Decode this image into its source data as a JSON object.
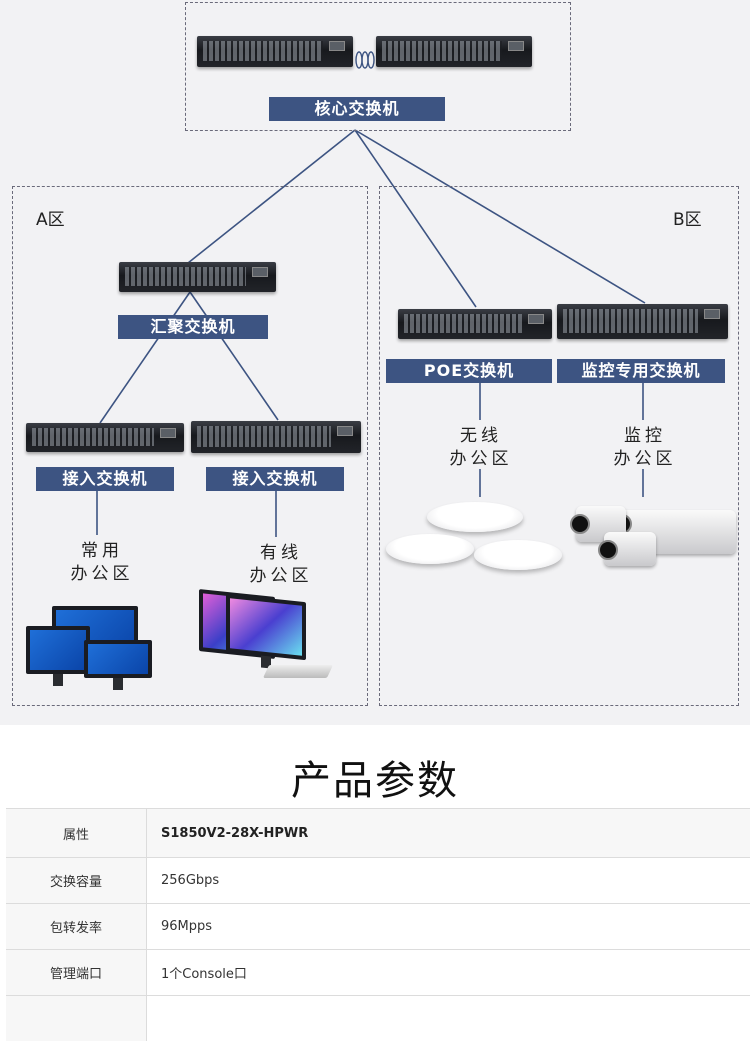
{
  "diagram": {
    "core_label": "核心交换机",
    "zone_a_label": "A区",
    "zone_b_label": "B区",
    "aggregation_label": "汇聚交换机",
    "access_label_1": "接入交换机",
    "access_label_2": "接入交换机",
    "poe_label": "POE交换机",
    "monitor_switch_label": "监控专用交换机",
    "area_common_1": "常用",
    "area_common_2": "办公区",
    "area_wired_1": "有线",
    "area_wired_2": "办公区",
    "area_wireless_1": "无线",
    "area_wireless_2": "办公区",
    "area_monitor_1": "监控",
    "area_monitor_2": "办公区",
    "link_color": "#3d5482",
    "label_color": "#3d5482"
  },
  "section_title": "产品参数",
  "params": {
    "header": {
      "key": "属性",
      "value": "S1850V2-28X-HPWR"
    },
    "rows": [
      {
        "key": "交换容量",
        "value": "256Gbps"
      },
      {
        "key": "包转发率",
        "value": "96Mpps"
      },
      {
        "key": "管理端口",
        "value": "1个Console口"
      }
    ]
  }
}
